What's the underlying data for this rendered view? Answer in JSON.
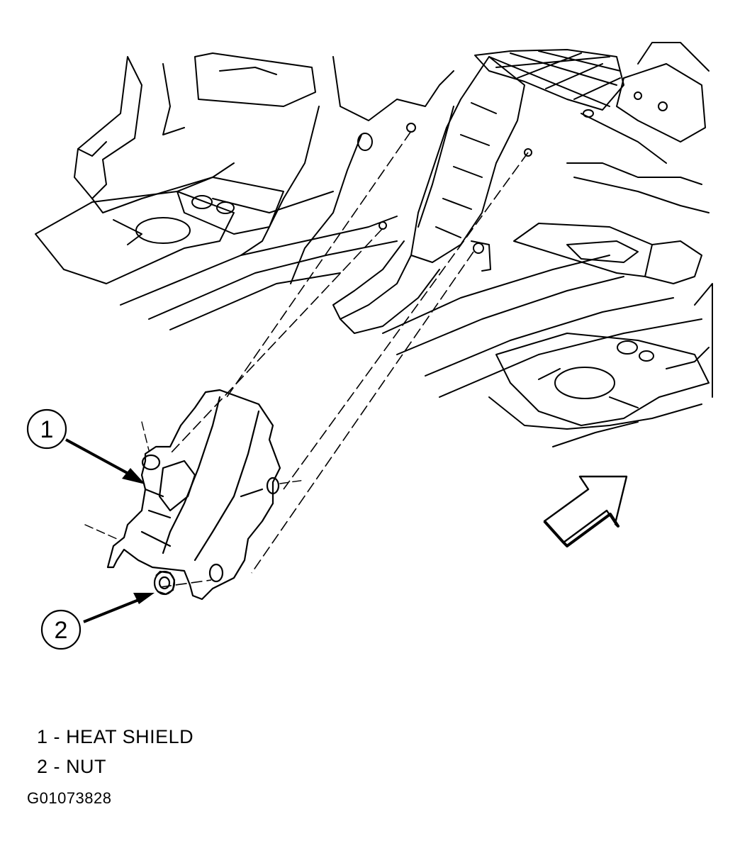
{
  "callouts": [
    {
      "number": "1"
    },
    {
      "number": "2"
    }
  ],
  "legend": [
    {
      "number": "1",
      "separator": "-",
      "label": "HEAT SHIELD"
    },
    {
      "number": "2",
      "separator": "-",
      "label": "NUT"
    }
  ],
  "figure_id": "G01073828",
  "icons": {
    "direction_arrow": "front-direction-arrow-icon"
  },
  "colors": {
    "ink": "#000000",
    "background": "#ffffff"
  }
}
